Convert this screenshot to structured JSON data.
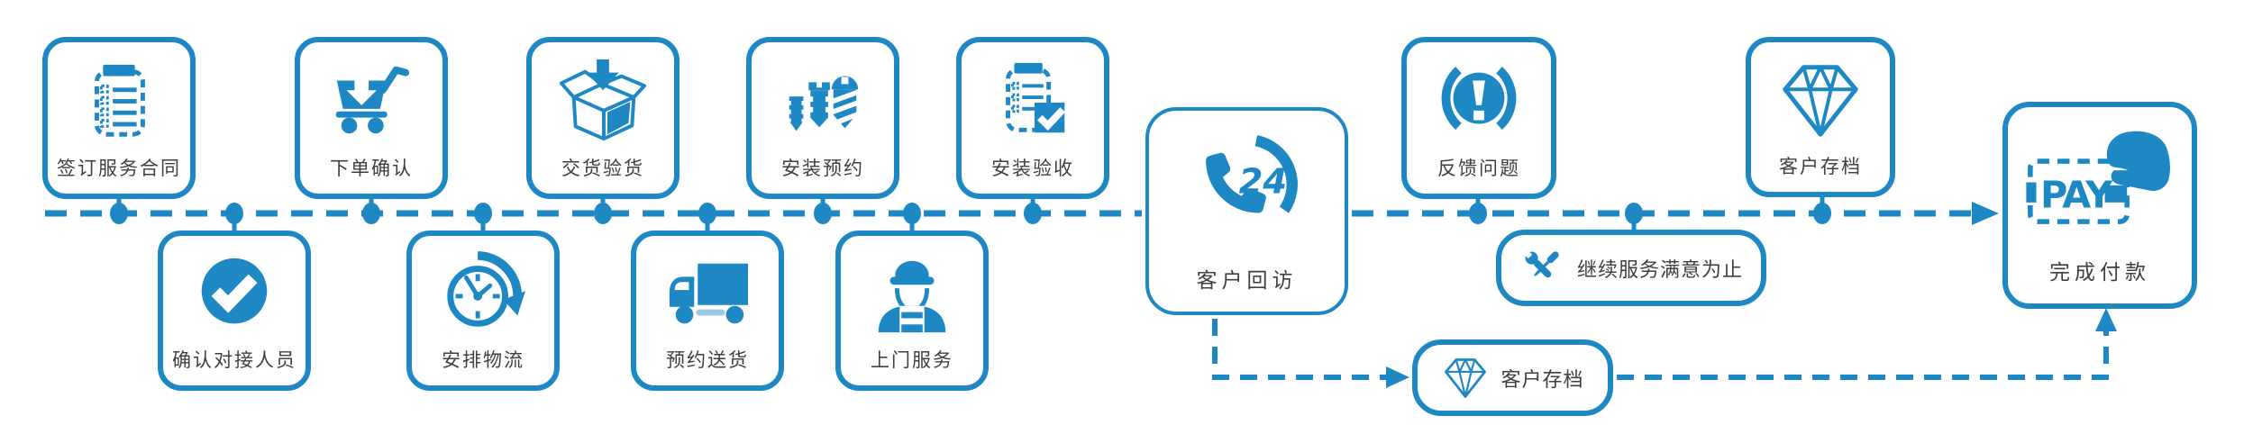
{
  "colors": {
    "accent": "#1e88c5",
    "light": "#9cc9e6",
    "text": "#3f3f3f",
    "bg": "#ffffff"
  },
  "nodes": {
    "sign_contract": {
      "label": "签订服务合同"
    },
    "order_confirm": {
      "label": "下单确认"
    },
    "delivery_inspect": {
      "label": "交货验货"
    },
    "install_appoint": {
      "label": "安装预约"
    },
    "install_accept": {
      "label": "安装验收"
    },
    "customer_visit": {
      "label": "客户回访",
      "badge": "24"
    },
    "feedback": {
      "label": "反馈问题"
    },
    "archive_top": {
      "label": "客户存档"
    },
    "payment": {
      "label": "完成付款",
      "pay_text": "PAY"
    },
    "confirm_person": {
      "label": "确认对接人员"
    },
    "logistics": {
      "label": "安排物流"
    },
    "delivery_book": {
      "label": "预约送货"
    },
    "door_service": {
      "label": "上门服务"
    },
    "continue_service": {
      "label": "继续服务满意为止"
    },
    "archive_bottom": {
      "label": "客户存档"
    }
  }
}
